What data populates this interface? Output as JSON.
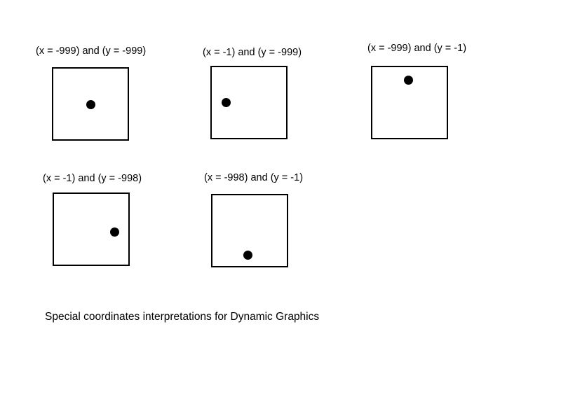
{
  "panels": [
    {
      "label": "(x = -999) and (y = -999)",
      "dot_position": "center"
    },
    {
      "label": "(x = -1) and (y = -999)",
      "dot_position": "left-middle"
    },
    {
      "label": "(x = -999) and (y = -1)",
      "dot_position": "top-center"
    },
    {
      "label": "(x = -1) and (y = -998)",
      "dot_position": "right-middle"
    },
    {
      "label": "(x = -998) and (y = -1)",
      "dot_position": "bottom-center"
    }
  ],
  "caption": "Special coordinates interpretations for Dynamic Graphics",
  "colors": {
    "background": "#ffffff",
    "ink": "#000000"
  }
}
